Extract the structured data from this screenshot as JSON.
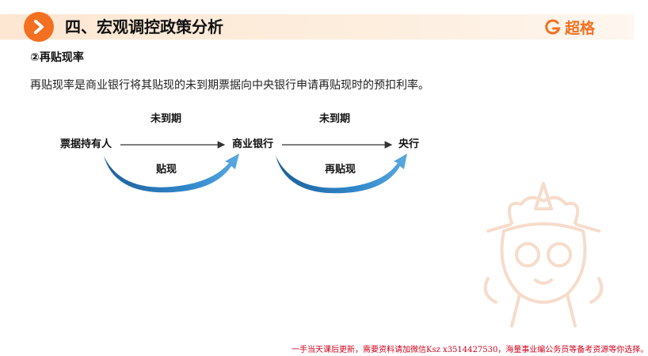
{
  "header": {
    "title": "四、宏观调控政策分析",
    "brand": "超格"
  },
  "section": {
    "subtitle": "②再贴现率",
    "definition": "再贴现率是商业银行将其贴现的未到期票据向中央银行申请再贴现时的预扣利率。"
  },
  "diagram": {
    "nodes": {
      "holder": "票据持有人",
      "bank": "商业银行",
      "central": "央行"
    },
    "top_labels": {
      "first": "未到期",
      "second": "未到期"
    },
    "arc_labels": {
      "first": "贴现",
      "second": "再贴现"
    }
  },
  "footer": {
    "note": "一手当天课后更新，需要资料请加微信Ksz x3514427530，海量事业编公务员等备考资源等你选择。"
  },
  "colors": {
    "accent": "#f37021",
    "arc_blue": "#2d7fc1",
    "note_red": "#d0021b"
  }
}
